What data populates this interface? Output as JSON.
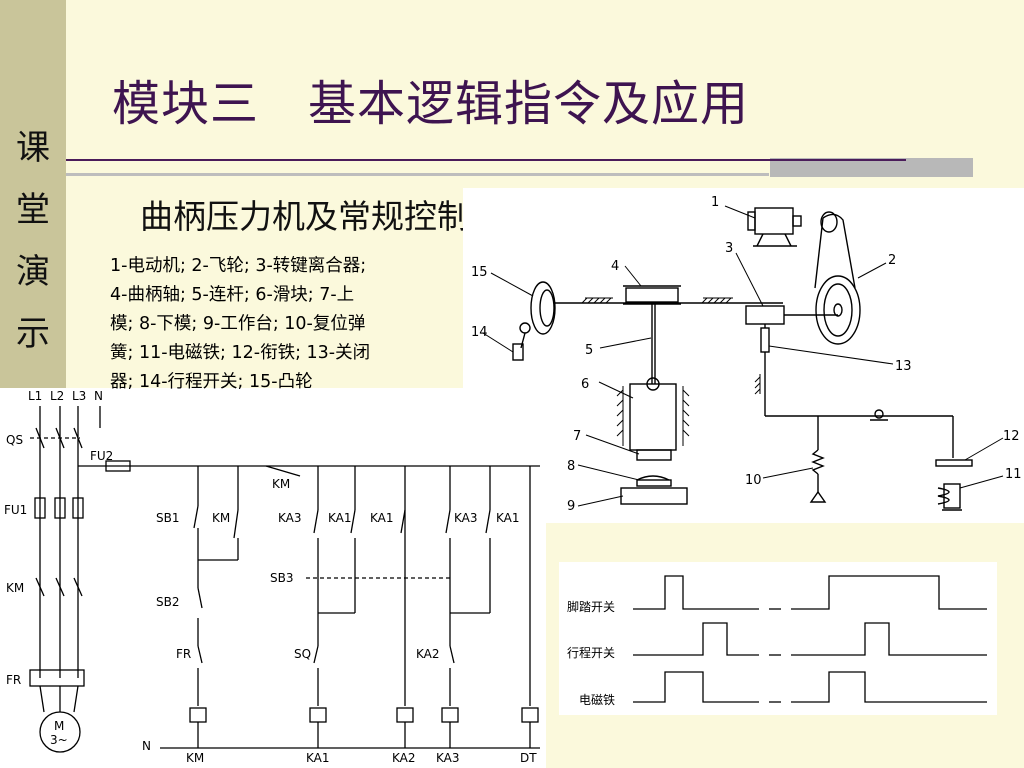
{
  "sidebar": {
    "chars": [
      "课",
      "堂",
      "演",
      "示"
    ]
  },
  "slide": {
    "title": "模块三　基本逻辑指令及应用",
    "subtitle": "曲柄压力机及常规控制"
  },
  "legend": {
    "lines": [
      "1-电动机; 2-飞轮; 3-转键离合器;",
      "4-曲柄轴; 5-连杆; 6-滑块; 7-上",
      "模; 8-下模; 9-工作台; 10-复位弹",
      "簧; 11-电磁铁; 12-衔铁; 13-关闭",
      "器; 14-行程开关; 15-凸轮"
    ]
  },
  "press_diagram": {
    "callouts": [
      "1",
      "2",
      "3",
      "4",
      "5",
      "6",
      "7",
      "8",
      "9",
      "10",
      "11",
      "12",
      "13",
      "14",
      "15"
    ]
  },
  "circuit": {
    "supply": [
      "L1",
      "L2",
      "L3",
      "N"
    ],
    "power_labels": {
      "qs": "QS",
      "fu1": "FU1",
      "km": "KM",
      "fr": "FR",
      "motor_m": "M",
      "motor_3": "3~"
    },
    "control_labels": {
      "fu2": "FU2",
      "km_top": "KM",
      "neutral": "N",
      "sb1": "SB1",
      "km_hold": "KM",
      "ka3_a": "KA3",
      "ka1_a": "KA1",
      "ka1_b": "KA1",
      "ka3_b": "KA3",
      "ka1_c": "KA1",
      "sb3": "SB3",
      "sb2": "SB2",
      "fr": "FR",
      "sq": "SQ",
      "ka2": "KA2"
    },
    "coils": [
      "KM",
      "KA1",
      "KA2",
      "KA3",
      "DT"
    ]
  },
  "timing": {
    "signals": [
      "脚踏开关",
      "行程开关",
      "电磁铁"
    ]
  }
}
